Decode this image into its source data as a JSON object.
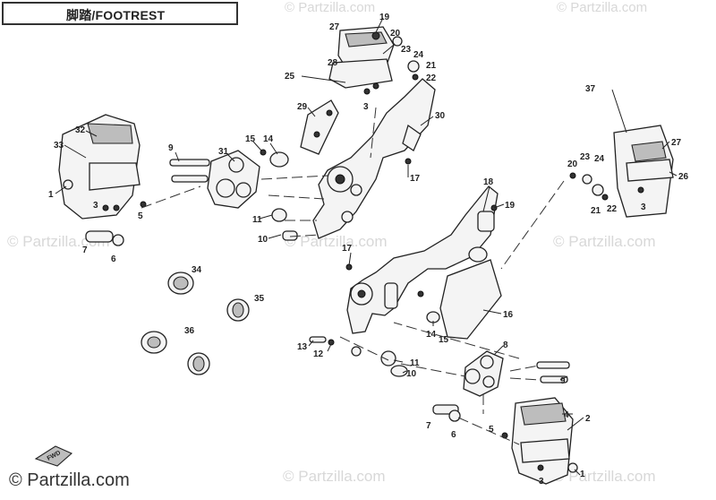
{
  "title": "脚踏/FOOTREST",
  "watermark": "© Partzilla.com",
  "footer_logo": "© Partzilla.com",
  "fwd_label": "FWD",
  "colors": {
    "ink": "#222222",
    "watermark": "#d8d8d8",
    "background": "#ffffff"
  },
  "callouts": [
    "1",
    "2",
    "3",
    "4",
    "5",
    "6",
    "7",
    "8",
    "9",
    "10",
    "11",
    "12",
    "13",
    "14",
    "15",
    "16",
    "17",
    "18",
    "19",
    "20",
    "21",
    "22",
    "23",
    "24",
    "25",
    "26",
    "27",
    "28",
    "29",
    "30",
    "31",
    "32",
    "33",
    "34",
    "35",
    "36",
    "37"
  ]
}
